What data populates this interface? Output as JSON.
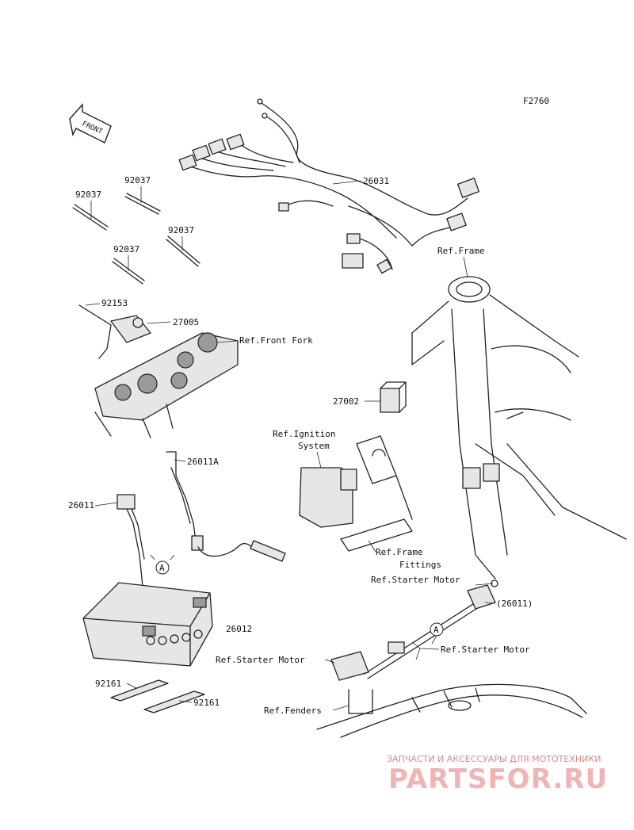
{
  "diagram_code": "F2760",
  "front_arrow": {
    "text": "FRONT"
  },
  "parts": {
    "p26031": "26031",
    "p92037_a": "92037",
    "p92037_b": "92037",
    "p92037_c": "92037",
    "p92037_d": "92037",
    "p92153": "92153",
    "p27005": "27005",
    "p27002": "27002",
    "p26011A": "26011A",
    "p26011": "26011",
    "p26011_ref": "(26011)",
    "p26012": "26012",
    "p92161_a": "92161",
    "p92161_b": "92161"
  },
  "refs": {
    "frame": "Ref.Frame",
    "front_fork": "Ref.Front Fork",
    "ignition_1": "Ref.Ignition",
    "ignition_2": "System",
    "frame_fittings_1": "Ref.Frame",
    "frame_fittings_2": "Fittings",
    "starter_motor_top": "Ref.Starter Motor",
    "starter_motor_right": "Ref.Starter Motor",
    "starter_motor_left": "Ref.Starter Motor",
    "fenders": "Ref.Fenders"
  },
  "markers": {
    "a1": "A",
    "a2": "A"
  },
  "watermark": {
    "subtitle": "ЗАПЧАСТИ И АКСЕССУАРЫ ДЛЯ МОТОТЕХНИКИ",
    "brand": "PARTSFOR.RU"
  }
}
